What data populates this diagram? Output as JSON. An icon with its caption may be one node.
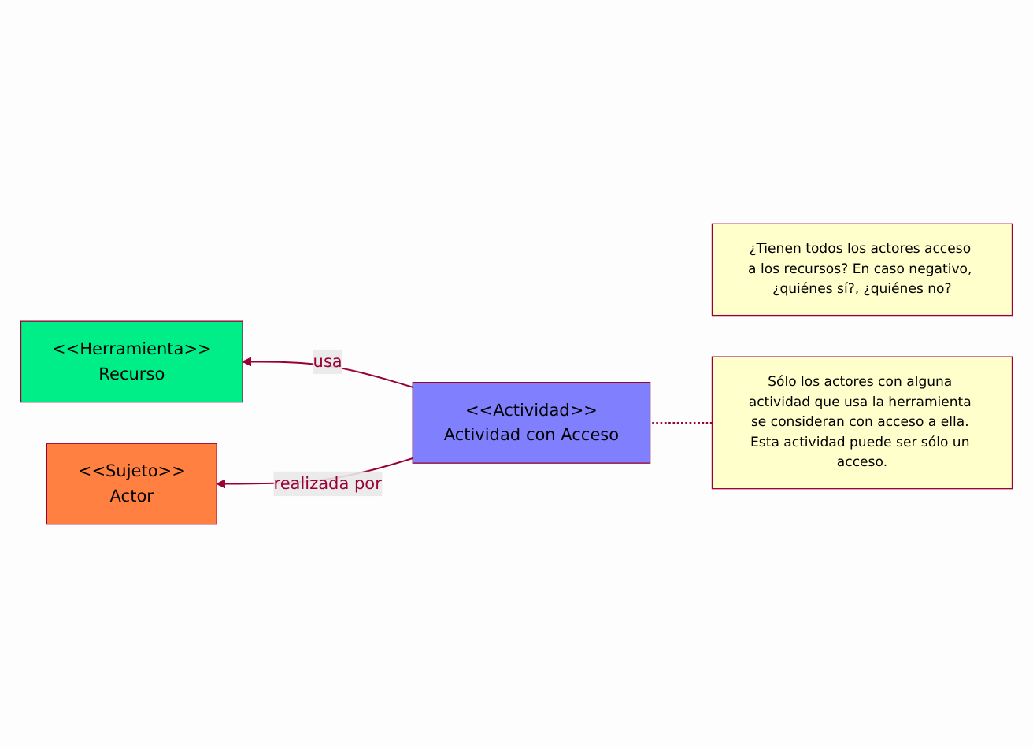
{
  "diagram": {
    "nodes": [
      {
        "text": [
          "¿Tienen todos los actores acceso a los recursos? En caso negativo, ¿quiénes sí?, ¿quiénes no?"
        ]
      },
      {
        "text": [
          "<<Herramienta>>",
          "Recurso"
        ]
      },
      {
        "text": [
          "<<Sujeto>>",
          "Actor"
        ]
      },
      {
        "text": [
          "<<Actividad>>",
          "Actividad con Acceso"
        ]
      },
      {
        "text": [
          "Sólo los actores con alguna actividad que usa la herramienta se consideran con acceso a ella. Esta actividad puede ser sólo un acceso."
        ]
      }
    ],
    "edges": [
      {
        "from": 3,
        "to": 1,
        "arrow": "to",
        "label": "usa"
      },
      {
        "from": 3,
        "to": 2,
        "arrow": "to",
        "label": "realizada por"
      },
      {
        "from": 4,
        "to": 3,
        "arrow": "none",
        "style": "dashed"
      }
    ]
  }
}
